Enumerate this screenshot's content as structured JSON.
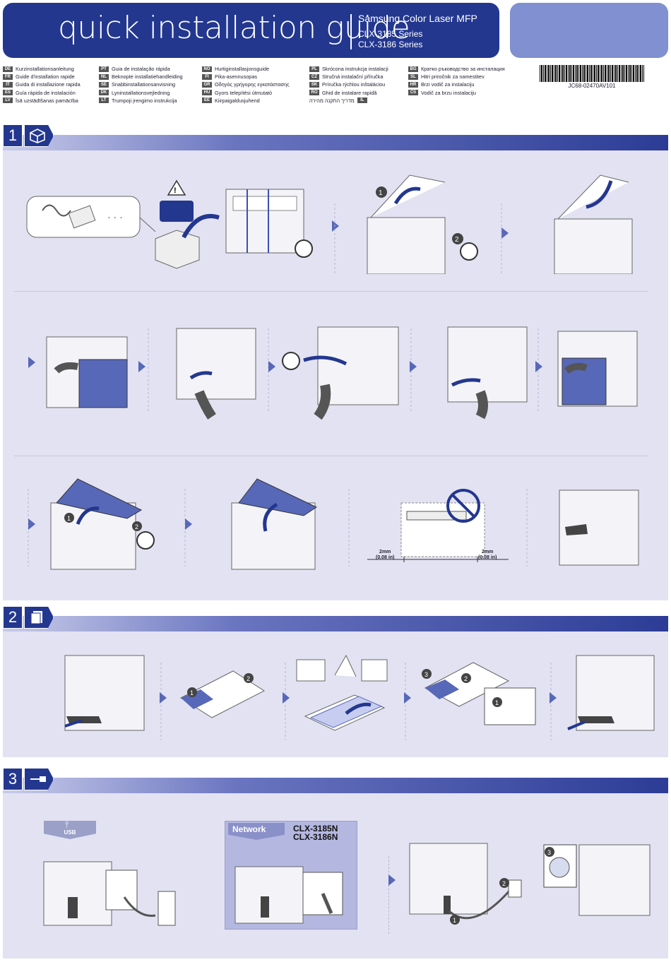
{
  "header": {
    "title": "quick installation guide",
    "brand": "Samsung Color Laser MFP",
    "series": [
      "CLX-3185 Series",
      "CLX-3186 Series"
    ]
  },
  "languages": [
    [
      {
        "code": "DE",
        "text": "Kurzinstallationsanleitung"
      },
      {
        "code": "FR",
        "text": "Guide d'installation rapide"
      },
      {
        "code": "IT",
        "text": "Guida di installazione rapida"
      },
      {
        "code": "ES",
        "text": "Guía rápida de instalación"
      },
      {
        "code": "LV",
        "text": "Īsā uzstādīšanas pamācība"
      }
    ],
    [
      {
        "code": "PT",
        "text": "Guia de instalação rápida"
      },
      {
        "code": "NL",
        "text": "Beknopte installatiehandleiding"
      },
      {
        "code": "SE",
        "text": "Snabbinstallationsanvisning"
      },
      {
        "code": "DK",
        "text": "Lyninstallationsvejledning"
      },
      {
        "code": "LT",
        "text": "Trumpoji įrengimo instrukcija"
      }
    ],
    [
      {
        "code": "NO",
        "text": "Hurtiginstallasjonsguide"
      },
      {
        "code": "FI",
        "text": "Pika-asennusopas"
      },
      {
        "code": "GR",
        "text": "Οδηγός γρήγορης εγκατάστασης"
      },
      {
        "code": "HU",
        "text": "Gyors telepítési útmutató"
      },
      {
        "code": "EE",
        "text": "Kiirpaigaldusjuhend"
      }
    ],
    [
      {
        "code": "PL",
        "text": "Skrócona instrukcja instalacji"
      },
      {
        "code": "CZ",
        "text": "Stručná instalační příručka"
      },
      {
        "code": "SK",
        "text": "Príručka rýchlou inštaláciou"
      },
      {
        "code": "RO",
        "text": "Ghid de instalare rapidă"
      },
      {
        "code": "IL",
        "text": "מדריך התקנה מהירה"
      }
    ],
    [
      {
        "code": "BG",
        "text": "Кратко ръководство за инсталация"
      },
      {
        "code": "SL",
        "text": "Hitri priročnik za namestitev"
      },
      {
        "code": "HR",
        "text": "Brzi vodič za instalaciju"
      },
      {
        "code": "CS",
        "text": "Vodič za brzu instalaciju"
      }
    ]
  ],
  "barcode_label": "JC68-02470AV101",
  "steps": [
    {
      "number": "1",
      "icon": "box-icon"
    },
    {
      "number": "2",
      "icon": "paper-stack-icon"
    },
    {
      "number": "3",
      "icon": "usb-cable-icon"
    }
  ],
  "callouts": {
    "one": "1",
    "two": "2",
    "three": "3"
  },
  "clearance": {
    "left": "2mm",
    "left_in": "(0.08 in)",
    "right": "2mm",
    "right_in": "(0.08 in)"
  },
  "connection": {
    "usb_label": "USB",
    "network_label": "Network",
    "network_models": [
      "CLX-3185N",
      "CLX-3186N"
    ]
  },
  "colors": {
    "brand": "#23378f",
    "panel": "#e2e2f2",
    "accent": "#5868b8"
  }
}
